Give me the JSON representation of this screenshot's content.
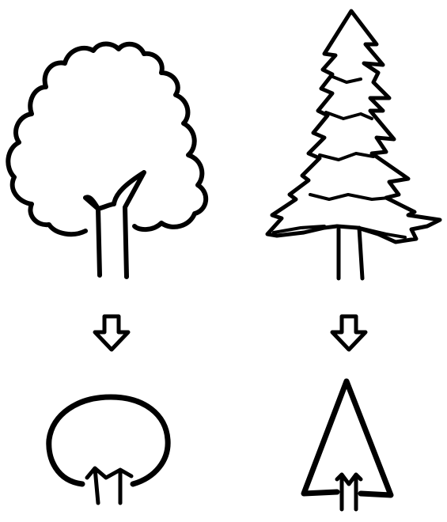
{
  "diagram": {
    "ink_color": "#000000",
    "background_color": "#ffffff",
    "columns": [
      {
        "name": "deciduous-tree",
        "detailed": "deciduous-tree-sketch",
        "arrow": "down-arrow-icon",
        "simplified": "round-crown-tree-icon"
      },
      {
        "name": "conifer-tree",
        "detailed": "conifer-tree-sketch",
        "arrow": "down-arrow-icon",
        "simplified": "triangle-conifer-icon"
      }
    ]
  }
}
